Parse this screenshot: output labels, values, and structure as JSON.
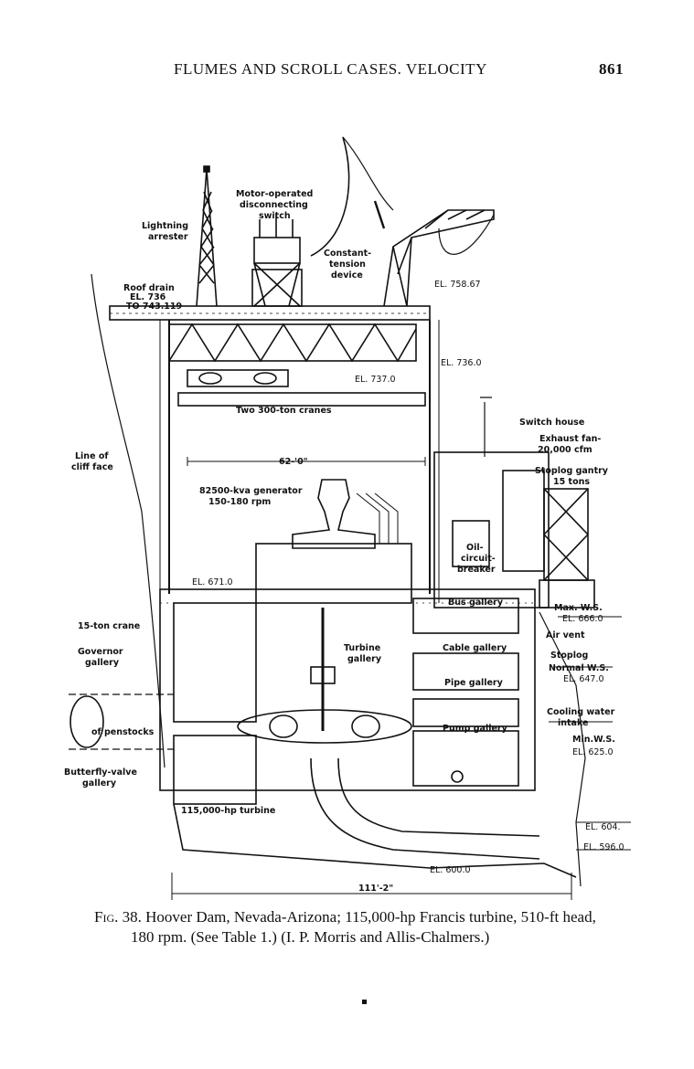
{
  "header": {
    "running_title": "FLUMES AND SCROLL CASES. VELOCITY",
    "page_number": "861"
  },
  "figure": {
    "labels": {
      "lightning_arrester": [
        "Lightning",
        "arrester"
      ],
      "motor_switch": [
        "Motor-operated",
        "disconnecting",
        "switch"
      ],
      "constant_tension": [
        "Constant-",
        "tension",
        "device"
      ],
      "roof_drain": [
        "Roof drain",
        "EL. 736",
        "TO 743.119"
      ],
      "el_758": "EL. 758.67",
      "el_736": "EL. 736.0",
      "el_737": "EL. 737.0",
      "cranes": "Two 300-ton cranes",
      "switch_house": "Switch house",
      "exhaust_fan": [
        "Exhaust fan-",
        "20,000 cfm"
      ],
      "stoplog_gantry": [
        "Stoplog gantry",
        "15 tons"
      ],
      "line_of_cliff": [
        "Line of",
        "cliff face"
      ],
      "span_62": "62-'0\"",
      "generator": [
        "82500-kva generator",
        "150-180 rpm"
      ],
      "oil_breaker": [
        "Oil-",
        "circuit-",
        "breaker"
      ],
      "el_671": "EL. 671.0",
      "bus_gallery": "Bus gallery",
      "max_ws": "Max. W.S.",
      "el_666": "EL. 666.0",
      "crane_15": "15-ton crane",
      "air_vent": "Air vent",
      "governor": [
        "Governor",
        "gallery"
      ],
      "turbine_gallery": [
        "Turbine",
        "gallery"
      ],
      "cable_gallery": "Cable gallery",
      "stoplog": "Stoplog",
      "normal_ws": "Normal W.S.",
      "el_647": "EL. 647.0",
      "pipe_gallery": "Pipe gallery",
      "penstocks": "of penstocks",
      "pump_gallery": "Pump gallery",
      "cooling": [
        "Cooling water",
        "intake"
      ],
      "min_ws": "Min.W.S.",
      "el_625": "EL. 625.0",
      "butterfly": [
        "Butterfly-valve",
        "gallery"
      ],
      "turbine_115": "115,000-hp turbine",
      "el_604": "EL. 604.",
      "el_596": "EL. 596.0",
      "el_600": "EL. 600.0",
      "span_111": "111'-2\""
    }
  },
  "caption": {
    "figno": "Fig. 38.",
    "line1": "Hoover Dam, Nevada-Arizona; 115,000-hp Francis turbine, 510-ft head,",
    "line2": "180 rpm.  (See Table 1.)  (I. P. Morris and Allis-Chalmers.)"
  }
}
